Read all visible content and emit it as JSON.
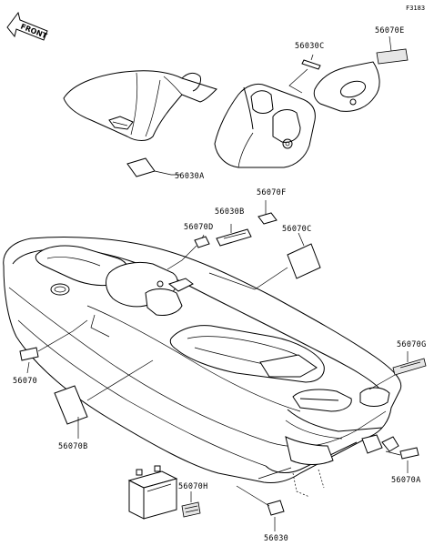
{
  "figure_code": "F3183",
  "front_arrow_text": "FRONT",
  "parts": [
    {
      "id": "56030C",
      "label": "56030C"
    },
    {
      "id": "56070E",
      "label": "56070E"
    },
    {
      "id": "56030A",
      "label": "56030A"
    },
    {
      "id": "56070F",
      "label": "56070F"
    },
    {
      "id": "56030B",
      "label": "56030B"
    },
    {
      "id": "56070D",
      "label": "56070D"
    },
    {
      "id": "56070C",
      "label": "56070C"
    },
    {
      "id": "56070G",
      "label": "56070G"
    },
    {
      "id": "56070",
      "label": "56070"
    },
    {
      "id": "56070B",
      "label": "56070B"
    },
    {
      "id": "56070H",
      "label": "56070H"
    },
    {
      "id": "56070A",
      "label": "56070A"
    },
    {
      "id": "56030",
      "label": "56030"
    }
  ]
}
